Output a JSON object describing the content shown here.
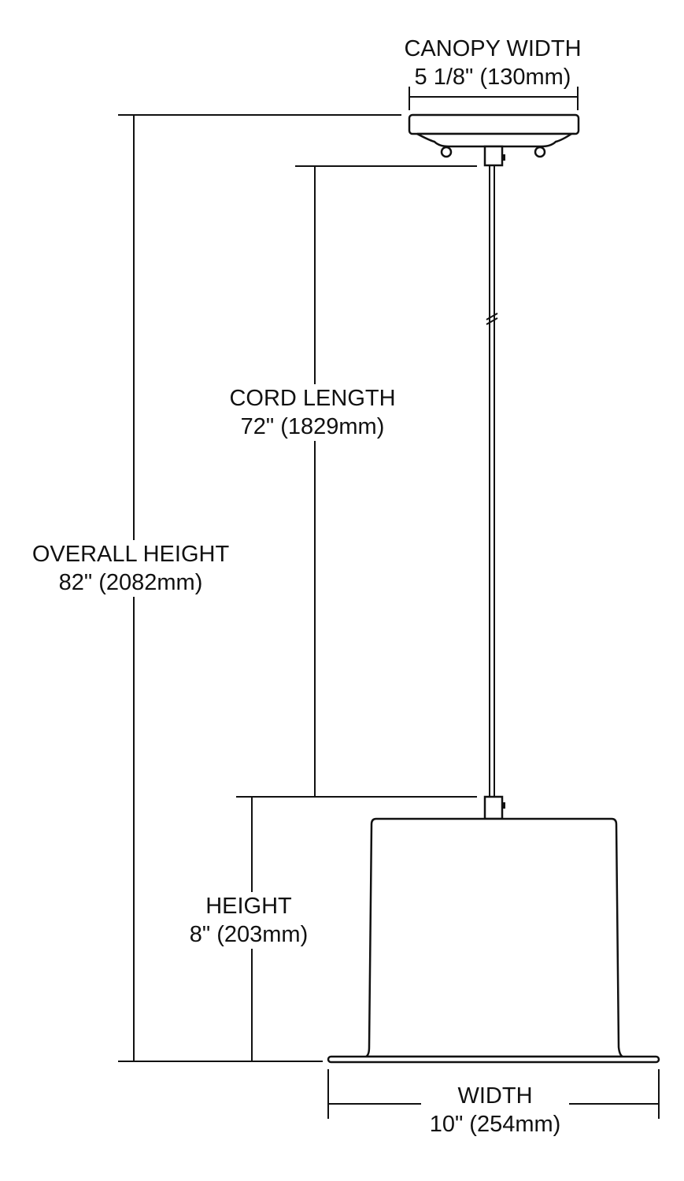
{
  "dimensions": {
    "canopy_width": {
      "label": "CANOPY WIDTH",
      "value": "5 1/8\" (130mm)"
    },
    "cord_length": {
      "label": "CORD LENGTH",
      "value": "72\" (1829mm)"
    },
    "overall_height": {
      "label": "OVERALL HEIGHT",
      "value": "82\" (2082mm)"
    },
    "height": {
      "label": "HEIGHT",
      "value": "8\" (203mm)"
    },
    "width": {
      "label": "WIDTH",
      "value": "10\" (254mm)"
    }
  },
  "colors": {
    "line": "#111111",
    "background": "#ffffff"
  }
}
